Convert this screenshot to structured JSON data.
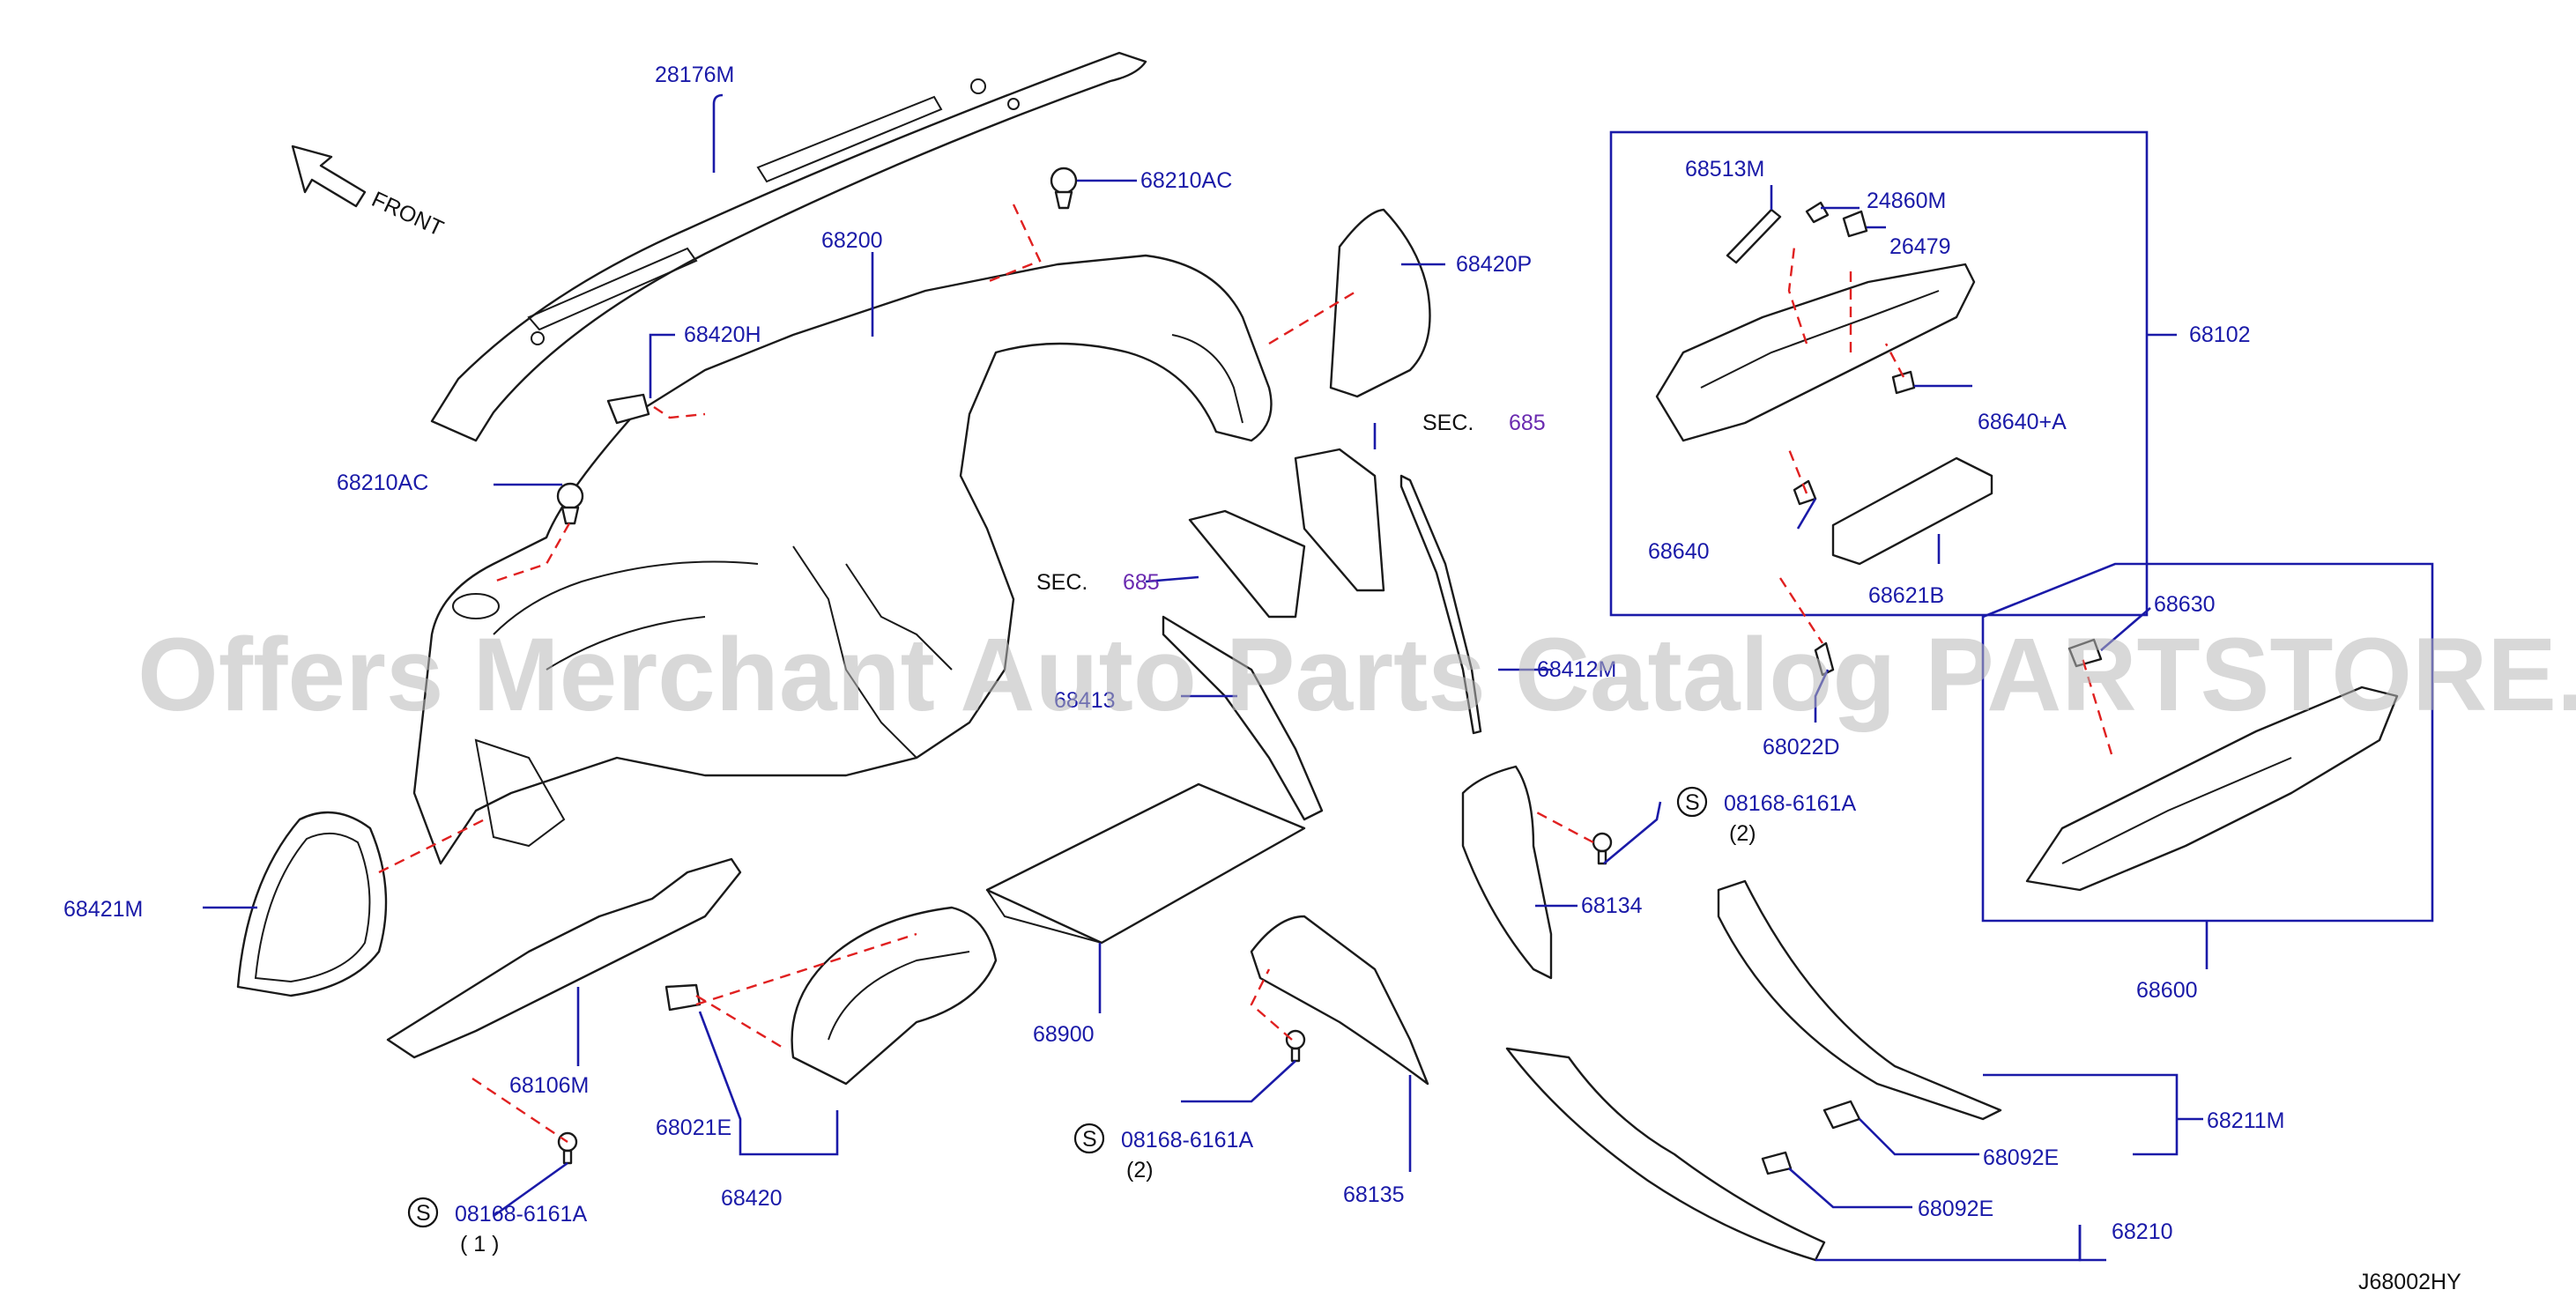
{
  "front_label": "FRONT",
  "watermark": "Offers Merchant Auto Parts Catalog PARTSTORE.SA",
  "diagram_code": "J68002HY",
  "part_labels": {
    "p28176M": "28176M",
    "p68210AC_top": "68210AC",
    "p68200": "68200",
    "p68420H": "68420H",
    "p68210AC_left": "68210AC",
    "p68420P": "68420P",
    "p68421M": "68421M",
    "p68106M": "68106M",
    "p68021E": "68021E",
    "p68420": "68420",
    "p68900": "68900",
    "p68413": "68413",
    "p68412M": "68412M",
    "p68135": "68135",
    "p68134": "68134",
    "p68513M": "68513M",
    "p24860M": "24860M",
    "p26479": "26479",
    "p68102": "68102",
    "p68640A": "68640+A",
    "p68640": "68640",
    "p68621B": "68621B",
    "p68022D": "68022D",
    "p68630": "68630",
    "p68600": "68600",
    "p68211M": "68211M",
    "p68092E_a": "68092E",
    "p68092E_b": "68092E",
    "p68210": "68210"
  },
  "sec_refs": [
    {
      "prefix": "SEC.",
      "number": "685"
    },
    {
      "prefix": "SEC.",
      "number": "685"
    }
  ],
  "bolts": [
    {
      "symbol": "S",
      "code": "08168-6161A",
      "qty": "( 1 )"
    },
    {
      "symbol": "S",
      "code": "08168-6161A",
      "qty": "(2)"
    },
    {
      "symbol": "S",
      "code": "08168-6161A",
      "qty": "(2)"
    }
  ]
}
